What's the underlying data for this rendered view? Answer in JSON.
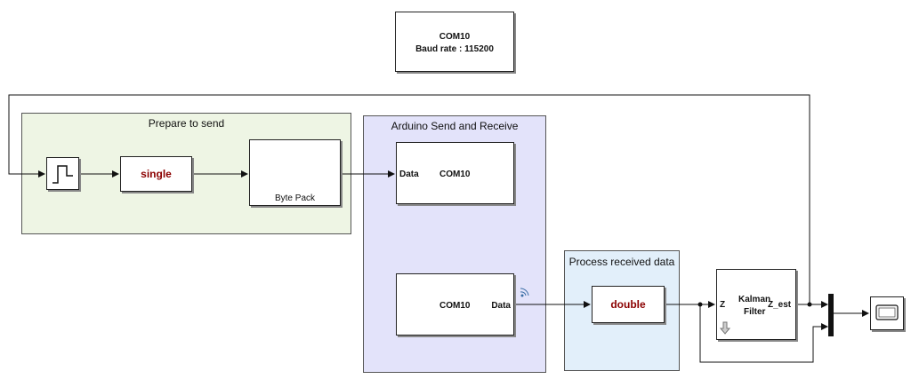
{
  "com_config": {
    "line1": "COM10",
    "line2": "Baud rate : 115200"
  },
  "areas": {
    "prepare": "Prepare to send",
    "arduino": "Arduino Send and Receive",
    "process": "Process received data"
  },
  "blocks": {
    "single": "single",
    "byte_pack": "Byte Pack",
    "serial_send": {
      "port_label": "Data",
      "name": "COM10"
    },
    "serial_receive": {
      "name": "COM10",
      "port_label": "Data"
    },
    "double": "double",
    "kalman": {
      "in_port": "Z",
      "name_line1": "Kalman",
      "name_line2": "Filter",
      "out_port": "Z_est"
    }
  },
  "colors": {
    "prepare_bg": "#eef5e4",
    "arduino_bg": "#e3e3fa",
    "process_bg": "#e2effa",
    "dtype_text": "#8b0000"
  },
  "icons": [
    "step-icon",
    "wireless-icon",
    "scope-icon",
    "down-arrow-icon"
  ]
}
